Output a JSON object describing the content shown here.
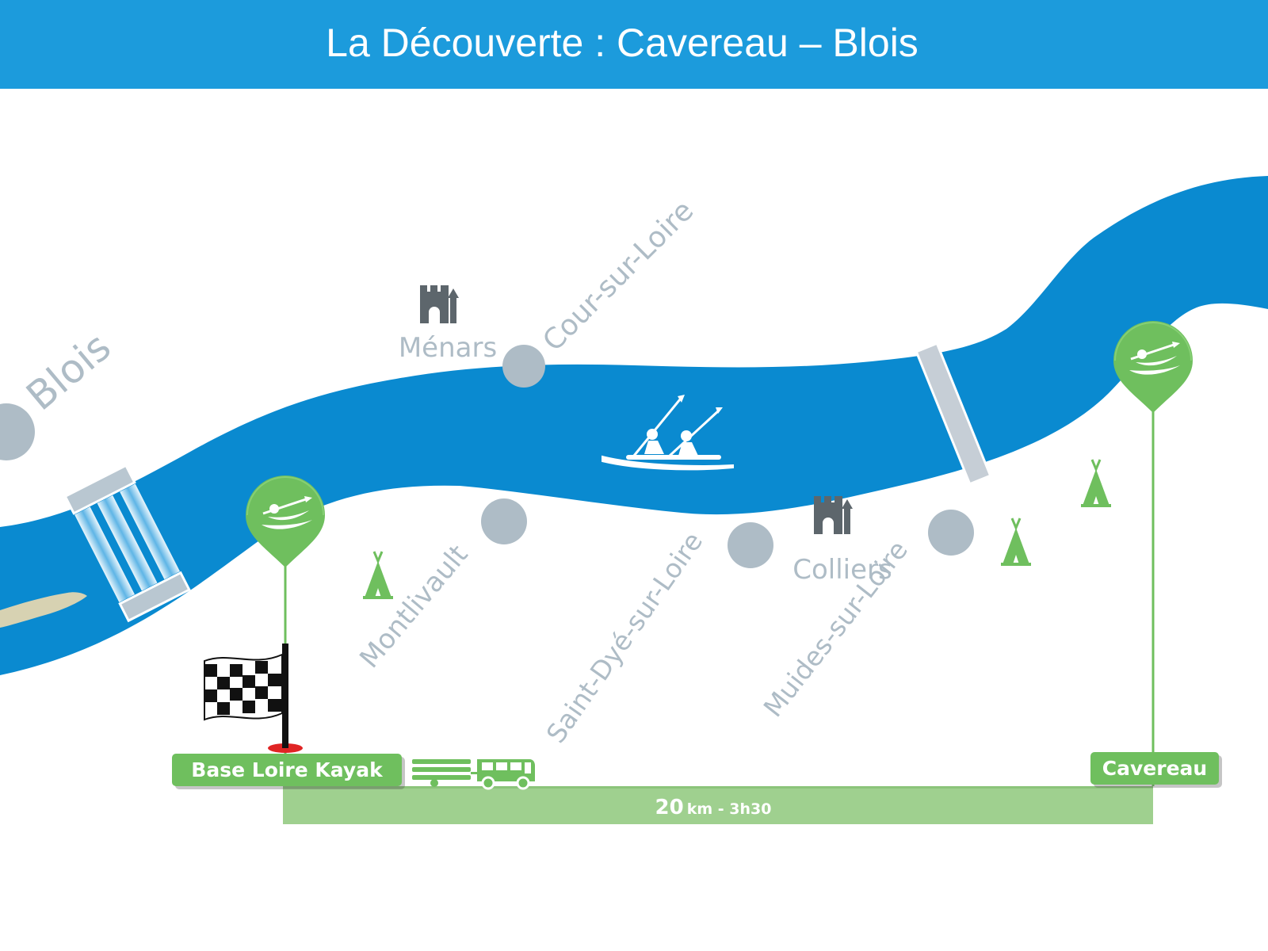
{
  "header": {
    "title": "La Découverte : Cavereau – Blois"
  },
  "places": {
    "blois": "Blois",
    "menars": "Ménars",
    "cour_sur_loire": "Cour-sur-Loire",
    "montlivault": "Montlivault",
    "saint_dye": "Saint-Dyé-sur-Loire",
    "colliers": "Colliers",
    "muides": "Muides-sur-Loire"
  },
  "route": {
    "start_label": "Base Loire Kayak",
    "end_label": "Cavereau",
    "distance_value": "20",
    "distance_unit": "km - 3h30"
  },
  "icons": [
    "castle-icon",
    "camping-tent-icon",
    "kayak-pin-icon",
    "finish-flag-icon",
    "bus-trailer-icon",
    "tandem-kayak-icon",
    "bridge-icon"
  ],
  "colors": {
    "header": "#1c9bdc",
    "river": "#0a8ad0",
    "green": "#6fbf5e",
    "town": "#aebcc6",
    "castle": "#5d666c"
  }
}
